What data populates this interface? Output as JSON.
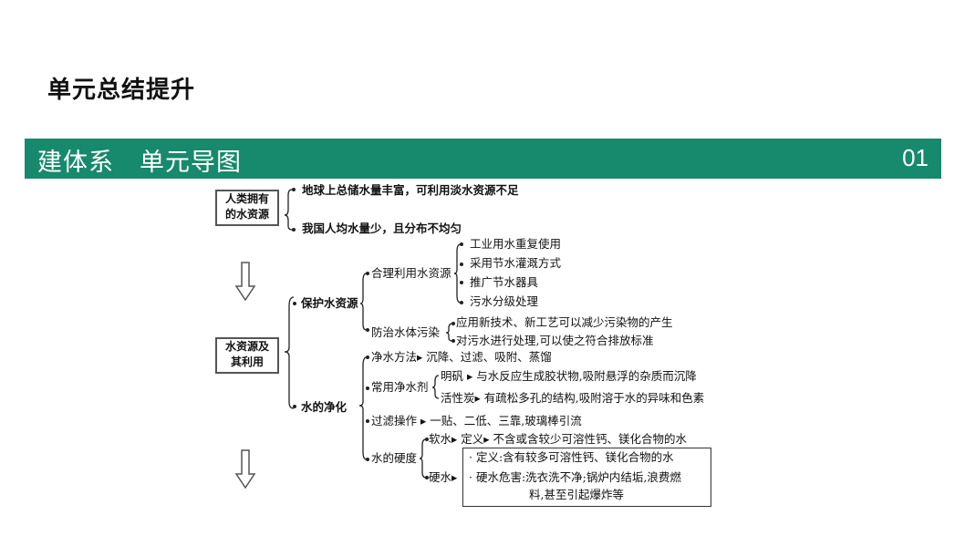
{
  "page_title": "单元总结提升",
  "banner": {
    "title": "建体系　单元导图",
    "number": "01"
  },
  "map": {
    "box_top": [
      "人类拥有",
      "的水资源"
    ],
    "box_mid": [
      "水资源及",
      "其利用"
    ],
    "top_items": [
      "地球上总储水量丰富，可利用淡水资源不足",
      "我国人均水量少，且分布不均匀"
    ],
    "protect": {
      "label": "保护水资源",
      "rational": {
        "label": "合理利用水资源",
        "items": [
          "工业用水重复使用",
          "采用节水灌溉方式",
          "推广节水器具",
          "污水分级处理"
        ]
      },
      "prevent": {
        "label": "防治水体污染",
        "items": [
          "应用新技术、新工艺可以减少污染物的产生",
          "对污水进行处理,可以使之符合排放标准"
        ]
      }
    },
    "purify": {
      "label": "水的净化",
      "methods": "净水方法▸ 沉降、过滤、吸附、蒸馏",
      "agents": {
        "label": "常用净水剂",
        "alum": "明矾 ▸ 与水反应生成胶状物,吸附悬浮的杂质而沉降",
        "carbon": "活性炭▸ 有疏松多孔的结构,吸附溶于水的异味和色素"
      },
      "filter": "过滤操作 ▸ 一贴、二低、三靠,玻璃棒引流",
      "hardness": {
        "label": "水的硬度",
        "soft": "软水▸ 定义▸ 不含或含较少可溶性钙、镁化合物的水",
        "hard_label": "硬水▸",
        "hard_def": "· 定义:含有较多可溶性钙、镁化合物的水",
        "hard_harm_1": "· 硬水危害:洗衣洗不净;锅炉内结垢,浪费燃",
        "hard_harm_2": "料,甚至引起爆炸等"
      }
    }
  }
}
